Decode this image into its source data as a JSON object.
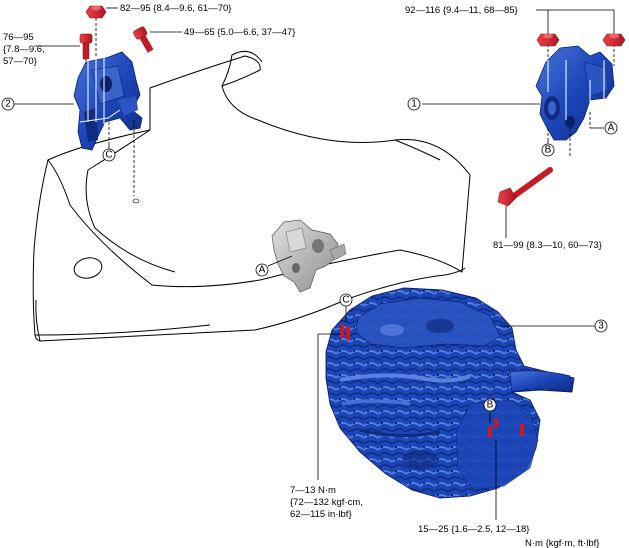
{
  "colors": {
    "part_blue": "#1c46b8",
    "part_blue_dark": "#0f2c80",
    "part_blue_light": "#5c82e0",
    "bolt_red": "#d4202a",
    "bolt_red_dark": "#8c1016",
    "mount_gray": "#b8b8b8",
    "line": "#000000"
  },
  "callouts": {
    "c1": "1",
    "c2": "2",
    "c3": "3",
    "a_left": "A",
    "a_right": "A",
    "b_right_mount": "B",
    "b_engine": "B",
    "c_left_mount": "C",
    "c_engine": "C"
  },
  "torque": {
    "t_82_95": "82—95 {8.4—9.6, 61—70}",
    "t_49_65": "49—65 {5.0—6.6, 37—47}",
    "t_76_95_l1": "76—95",
    "t_76_95_l2": "{7.8—9.6,",
    "t_76_95_l3": "57—70}",
    "t_92_116": "92—116 {9.4—11, 68—85}",
    "t_81_99": "81—99 {8.3—10, 60—73}",
    "t_7_13_l1": "7—13 N·m",
    "t_7_13_l2": "{72—132 kgf·cm,",
    "t_7_13_l3": "62—115 in·lbf}",
    "t_15_25": "15—25 {1.6—2.5, 12—18}"
  },
  "units_note": "N·m {kgf·m, ft·lbf}",
  "icons": [
    "bolt-icon",
    "nut-icon",
    "engine-mount-icon",
    "transmission-mount-icon",
    "engine-assembly-icon"
  ]
}
